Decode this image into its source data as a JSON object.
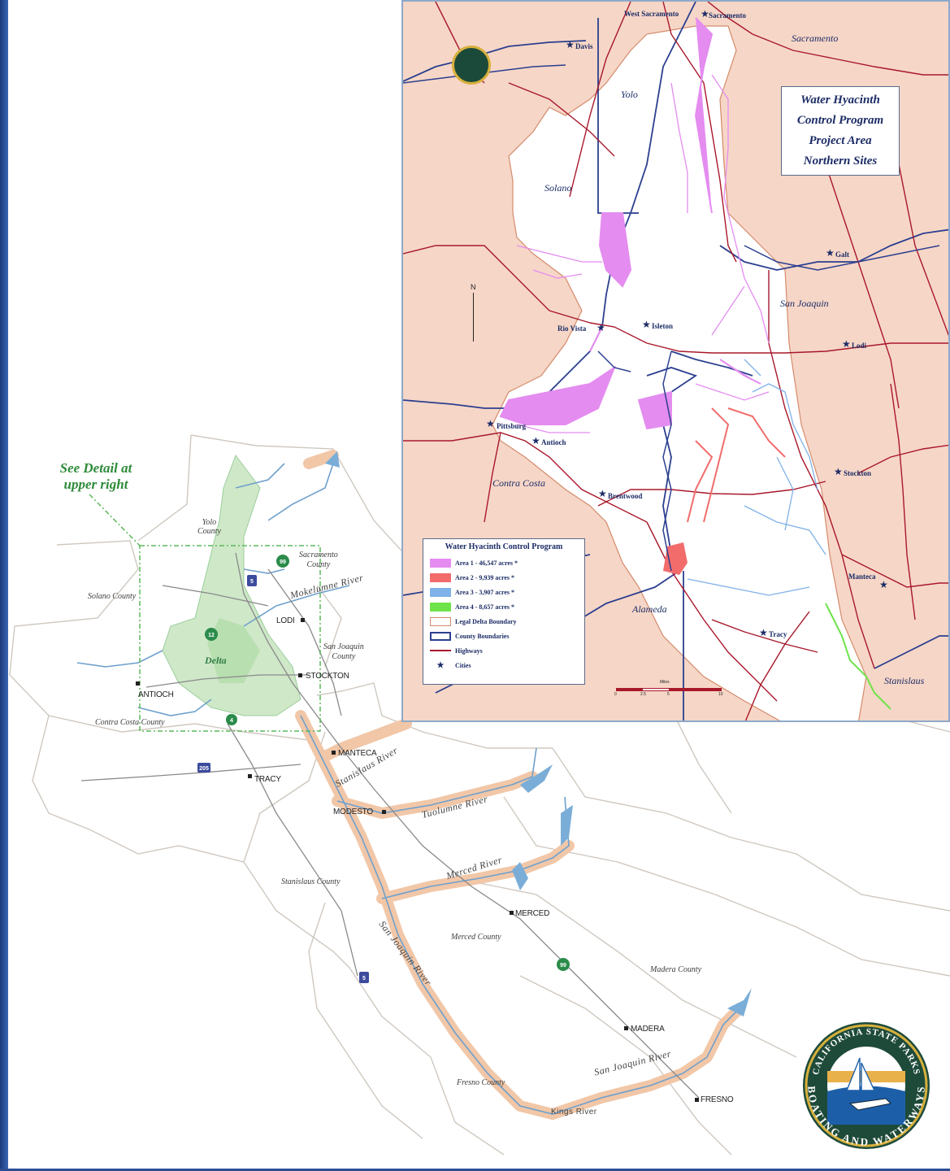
{
  "colors": {
    "county_fill": "#ffffff",
    "county_line": "#cfc8c0",
    "river": "#6fa0cc",
    "river_buffer": "#f1c7a8",
    "delta_green": "#cfe8c8",
    "inset_bg": "#f6d6c7",
    "area1": "#e48cf0",
    "area2": "#f26c6c",
    "area3": "#7fb2e8",
    "area4": "#6fe44a",
    "highway": "#a8182b",
    "county_boundary": "#2b3f8f"
  },
  "main_map": {
    "see_detail": [
      "See Detail at",
      "upper right"
    ],
    "counties": [
      "Yolo County",
      "Sacramento County",
      "Solano County",
      "San Joaquin County",
      "Contra Costa County",
      "Stanislaus County",
      "Merced County",
      "Madera County",
      "Fresno County"
    ],
    "counties_split": {
      "yolo": [
        "Yolo",
        "County"
      ],
      "sacramento": [
        "Sacramento",
        "County"
      ],
      "sanjoaquin": [
        "San Joaquin",
        "County"
      ]
    },
    "cities": [
      "LODI",
      "STOCKTON",
      "ANTIOCH",
      "MANTECA",
      "TRACY",
      "MODESTO",
      "MERCED",
      "MADERA",
      "FRESNO"
    ],
    "rivers": [
      "Mokelumne River",
      "Stanislaus River",
      "Tuolumne River",
      "Merced River",
      "San Joaquin River",
      "Kings River"
    ],
    "delta_label": "Delta",
    "highway_shields": [
      "99",
      "5",
      "12",
      "4",
      "205",
      "5",
      "99"
    ]
  },
  "inset": {
    "title_lines": [
      "Water Hyacinth",
      "Control Program",
      "Project Area",
      "Northern Sites"
    ],
    "counties": [
      "Yolo",
      "Sacramento",
      "Solano",
      "San Joaquin",
      "Contra Costa",
      "Alameda",
      "Stanislaus"
    ],
    "cities": [
      "West Sacramento",
      "Sacramento",
      "Davis",
      "Rio Vista",
      "Isleton",
      "Galt",
      "Lodi",
      "Pittsburg",
      "Antioch",
      "Brentwood",
      "Stockton",
      "Manteca",
      "Tracy"
    ],
    "north_label": "N",
    "legend": {
      "title": "Water Hyacinth Control Program",
      "items": [
        {
          "label": "Area 1 - 46,547 acres *",
          "color": "#e48cf0",
          "kind": "fill"
        },
        {
          "label": "Area 2 - 9,939 acres *",
          "color": "#f26c6c",
          "kind": "fill"
        },
        {
          "label": "Area 3 - 3,907 acres *",
          "color": "#7fb2e8",
          "kind": "fill"
        },
        {
          "label": "Area 4 - 8,657 acres *",
          "color": "#6fe44a",
          "kind": "fill"
        },
        {
          "label": "Legal Delta Boundary",
          "color": "#d48b6b",
          "kind": "outline"
        },
        {
          "label": "County Boundaries",
          "color": "#2b3f8f",
          "kind": "outline-thick"
        },
        {
          "label": "Highways",
          "color": "#a8182b",
          "kind": "line"
        },
        {
          "label": "Cities",
          "color": "#1c2c66",
          "kind": "star"
        }
      ]
    },
    "scale": {
      "label": "Miles",
      "ticks": [
        "0",
        "2.5",
        "5",
        "10"
      ]
    }
  },
  "logo": {
    "top_text": "CALIFORNIA STATE PARKS",
    "bottom_text": "BOATING AND WATERWAYS"
  }
}
